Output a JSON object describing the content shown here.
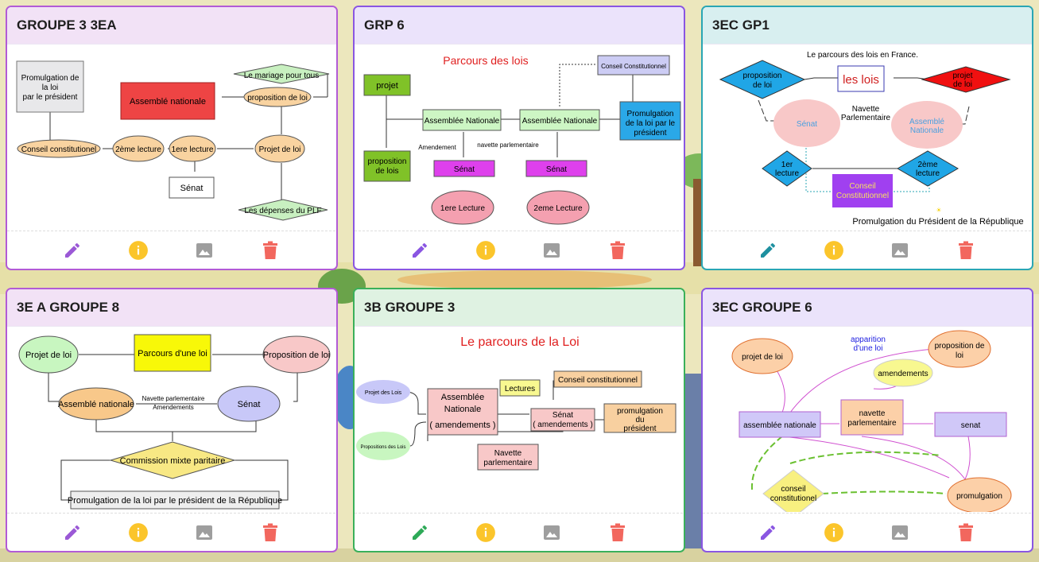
{
  "colors": {
    "pencil_purple": "#9b59d6",
    "pencil_green": "#2eaa58",
    "pencil_teal": "#1e90a0",
    "info_yellow": "#fbc52b",
    "image_grey": "#9e9e9e",
    "trash_red": "#f2675e"
  },
  "cards": [
    {
      "title": "GROUPE 3 3EA",
      "d": {
        "promo": [
          "Promulgation de",
          "la loi",
          "par le président"
        ],
        "an": "Assemblé nationale",
        "mariage": "Le mariage pour tous",
        "prop": "proposition de loi",
        "cc": "Conseil constitutionel",
        "l2": "2ème lecture",
        "l1": "1ere lecture",
        "pdl": "Projet de loi",
        "senat": "Sénat",
        "plf": "Les dépenses du PLF"
      }
    },
    {
      "title": "GRP 6",
      "d": {
        "titre": "Parcours des lois",
        "cc": "Conseil Constitutionnel",
        "projet": "projet",
        "an1": "Assemblée Nationale",
        "an2": "Assemblée Nationale",
        "promo": [
          "Promulgation",
          "de la loi par le",
          "président"
        ],
        "amend": "Amendement",
        "navette": "navette parlementaire",
        "senat1": "Sénat",
        "senat2": "Sénat",
        "prop": [
          "proposition",
          "de lois"
        ],
        "l1": "1ere Lecture",
        "l2": "2eme Lecture"
      }
    },
    {
      "title": "3EC GP1",
      "d": {
        "titre": "Le parcours des lois en France.",
        "prop": [
          "proposition",
          "de loi"
        ],
        "lois": "les lois",
        "projet": [
          "projet",
          "de loi"
        ],
        "navette": [
          "Navette",
          "Parlementaire"
        ],
        "senat": "Sénat",
        "an": [
          "Assemblé",
          "Nationale"
        ],
        "l1": [
          "1er",
          "lecture"
        ],
        "l2": [
          "2ème",
          "lecture"
        ],
        "cc": [
          "Conseil",
          "Constitutionnel"
        ],
        "promo": "Promulgation du Président de la République"
      }
    },
    {
      "title": "3E A GROUPE 8",
      "d": {
        "parcours": "Parcours d'une loi",
        "pdl": "Projet de loi",
        "prop": "Proposition de loi",
        "an": "Assemblé nationale",
        "navette": "Navette parlementaire",
        "amend": "Amendements",
        "senat": "Sénat",
        "cmp": "Commission mixte paritaire",
        "promo": "Promulgation de la loi par le président de la République"
      }
    },
    {
      "title": "3B GROUPE 3",
      "d": {
        "titre": "Le parcours de la Loi",
        "pdl": "Projet des Lois",
        "prop": "Propositions des Lois",
        "an": [
          "Assemblée",
          "Nationale",
          "( amendements )"
        ],
        "lect": "Lectures",
        "cc": "Conseil constitutionnel",
        "senat": [
          "Sénat",
          "( amendements )"
        ],
        "promo": [
          "promulgation",
          "du",
          "président"
        ],
        "navette": [
          "Navette",
          "parlementaire"
        ]
      }
    },
    {
      "title": "3EC GROUPE 6",
      "d": {
        "appar": [
          "apparition",
          "d'une loi"
        ],
        "pdl": "projet de loi",
        "prop": [
          "proposition de",
          "loi"
        ],
        "amend": "amendements",
        "an": "assemblée nationale",
        "navette": [
          "navette",
          "parlementaire"
        ],
        "senat": "senat",
        "cc": [
          "conseil",
          "constitutionel"
        ],
        "promo": "promulgation"
      }
    }
  ]
}
